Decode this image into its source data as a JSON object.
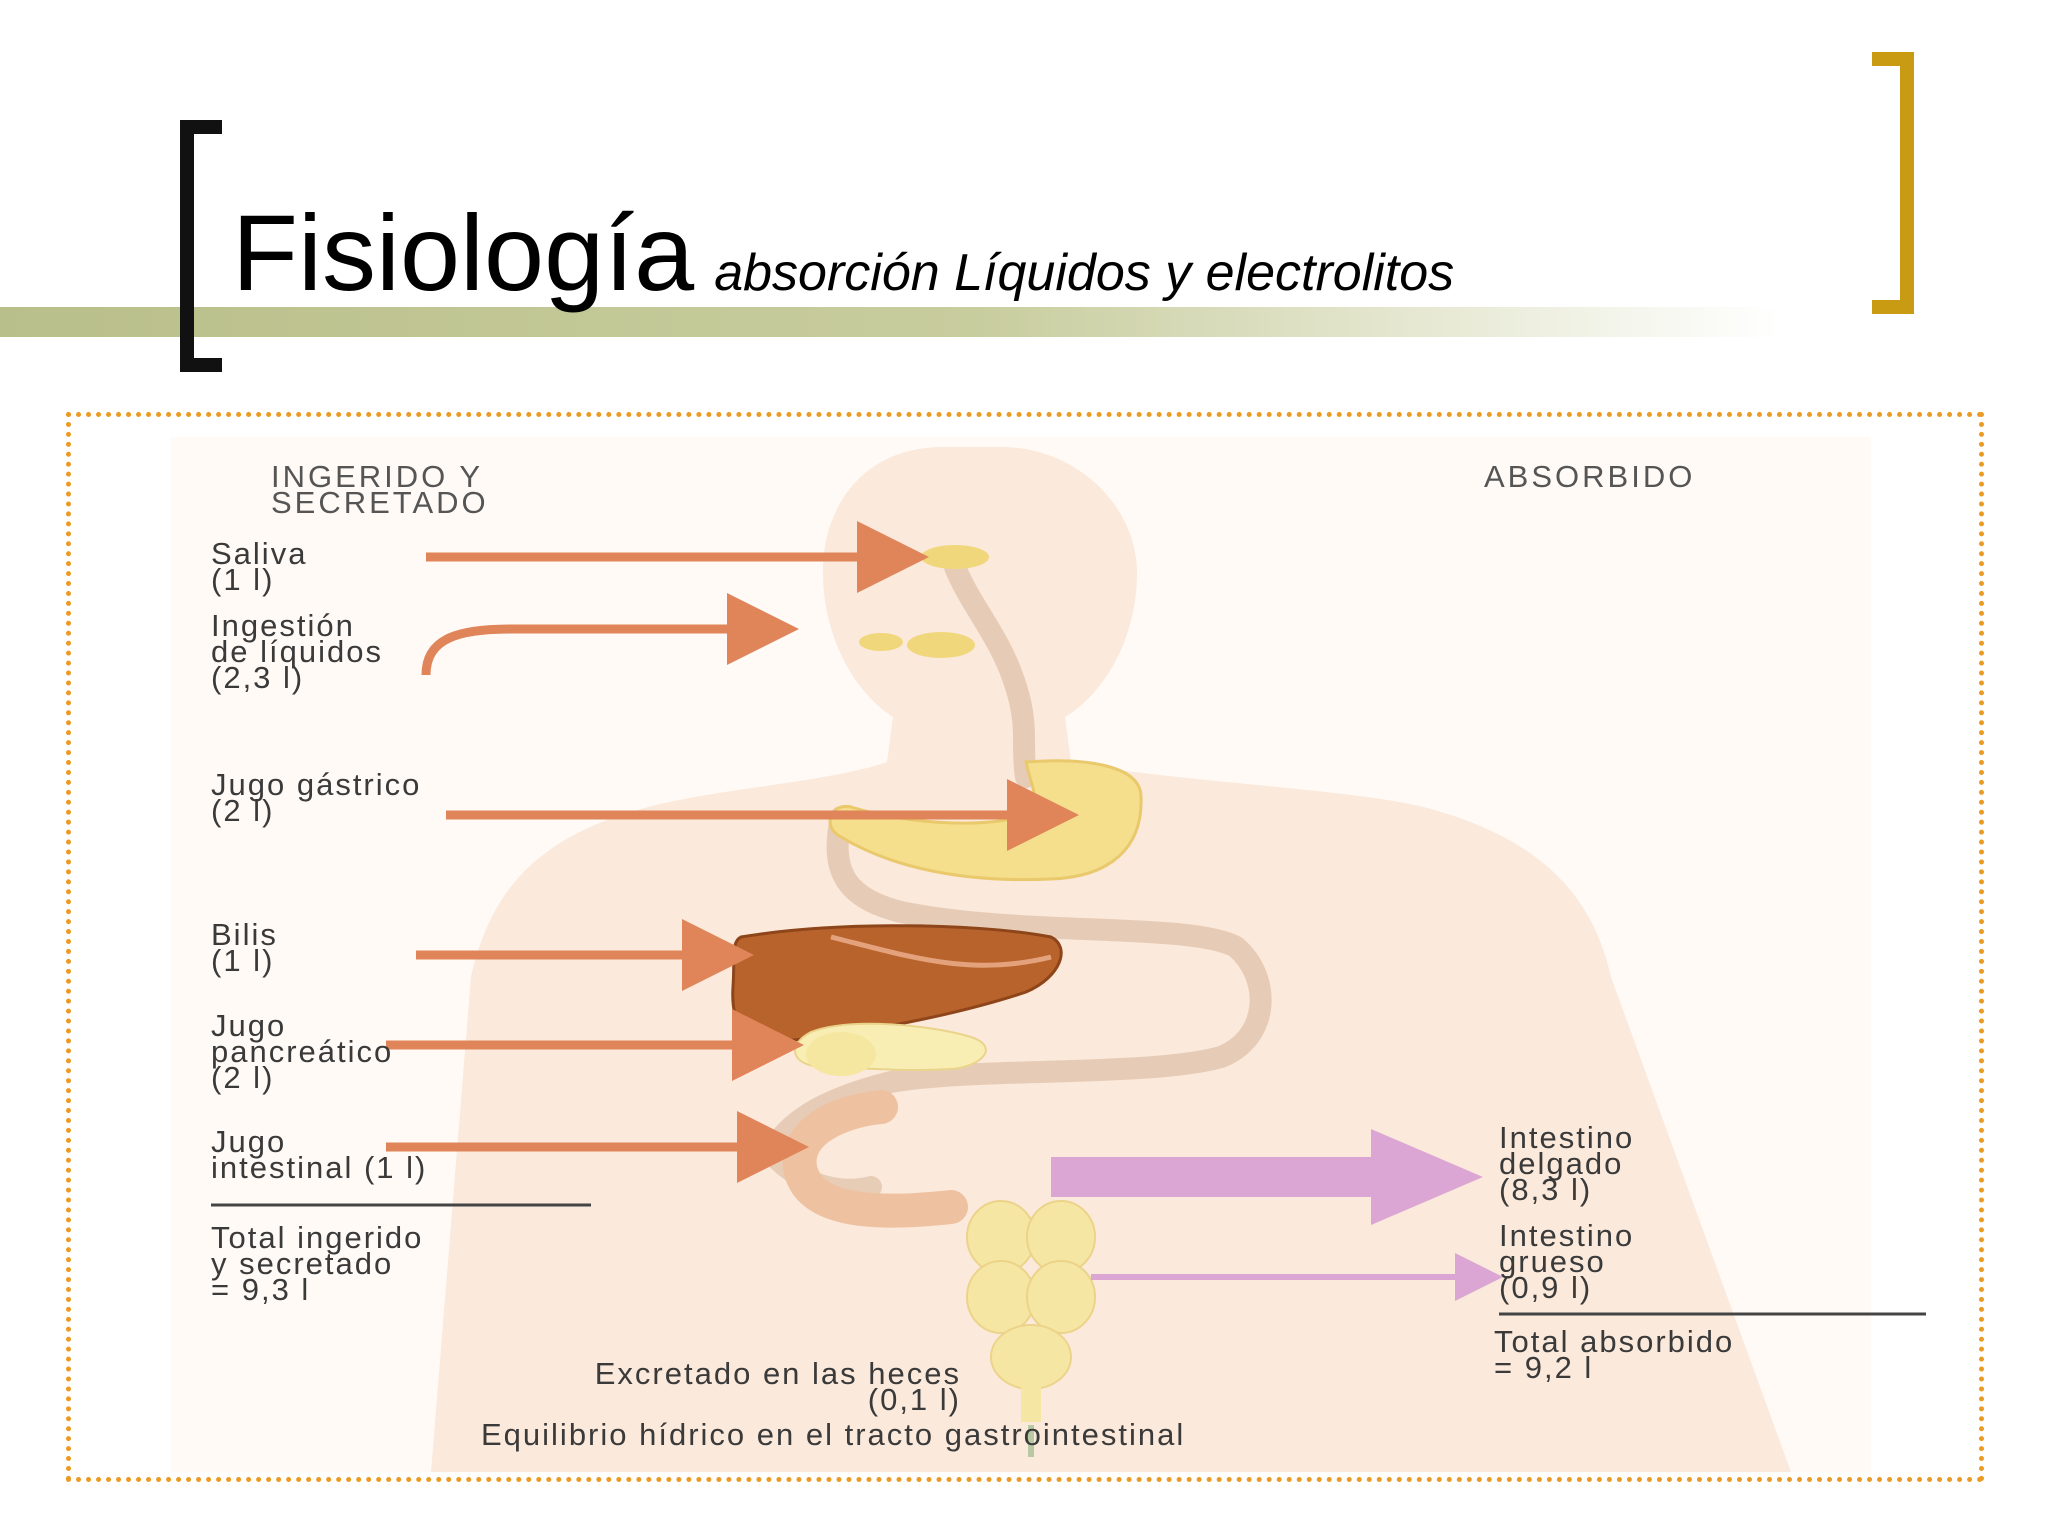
{
  "slide": {
    "title": "Fisiología",
    "subtitle": "absorción Líquidos y electrolitos",
    "colors": {
      "bracket_left": "#111111",
      "bracket_right": "#c89b12",
      "title_bar": "#b9bf8a",
      "frame_border": "#eb9a24"
    }
  },
  "diagram": {
    "left_header": [
      "INGERIDO Y",
      "SECRETADO"
    ],
    "right_header": "ABSORBIDO",
    "inputs": [
      {
        "name": "Saliva",
        "lines": [
          "Saliva",
          "(1 l)"
        ]
      },
      {
        "name": "Ingestión de líquidos",
        "lines": [
          "Ingestión",
          "de líquidos",
          "(2,3 l)"
        ]
      },
      {
        "name": "Jugo gástrico",
        "lines": [
          "Jugo gástrico",
          "(2 l)"
        ]
      },
      {
        "name": "Bilis",
        "lines": [
          "Bilis",
          "(1 l)"
        ]
      },
      {
        "name": "Jugo pancreático",
        "lines": [
          "Jugo",
          "pancreático",
          "(2 l)"
        ]
      },
      {
        "name": "Jugo intestinal",
        "lines": [
          "Jugo",
          "intestinal (1 l)"
        ]
      }
    ],
    "total_input": [
      "Total ingerido",
      "y secretado",
      "= 9,3 l"
    ],
    "outputs": [
      {
        "name": "Intestino delgado",
        "lines": [
          "Intestino",
          "delgado",
          "(8,3 l)"
        ]
      },
      {
        "name": "Intestino grueso",
        "lines": [
          "Intestino",
          "grueso",
          "(0,9 l)"
        ]
      }
    ],
    "total_output": [
      "Total absorbido",
      "= 9,2 l"
    ],
    "excreted": [
      "Excretado en las heces",
      "(0,1 l)"
    ],
    "caption": "Equilibrio hídrico en el tracto gastrointestinal",
    "colors": {
      "body_silhouette": "#fbe9db",
      "input_arrow": "#e0845a",
      "absorbed_arrow": "#dca6d4",
      "gut_tube": "#e6ccb6",
      "stomach": "#f5de8c",
      "liver": "#b8622c",
      "colon": "#f6e6a4"
    }
  }
}
